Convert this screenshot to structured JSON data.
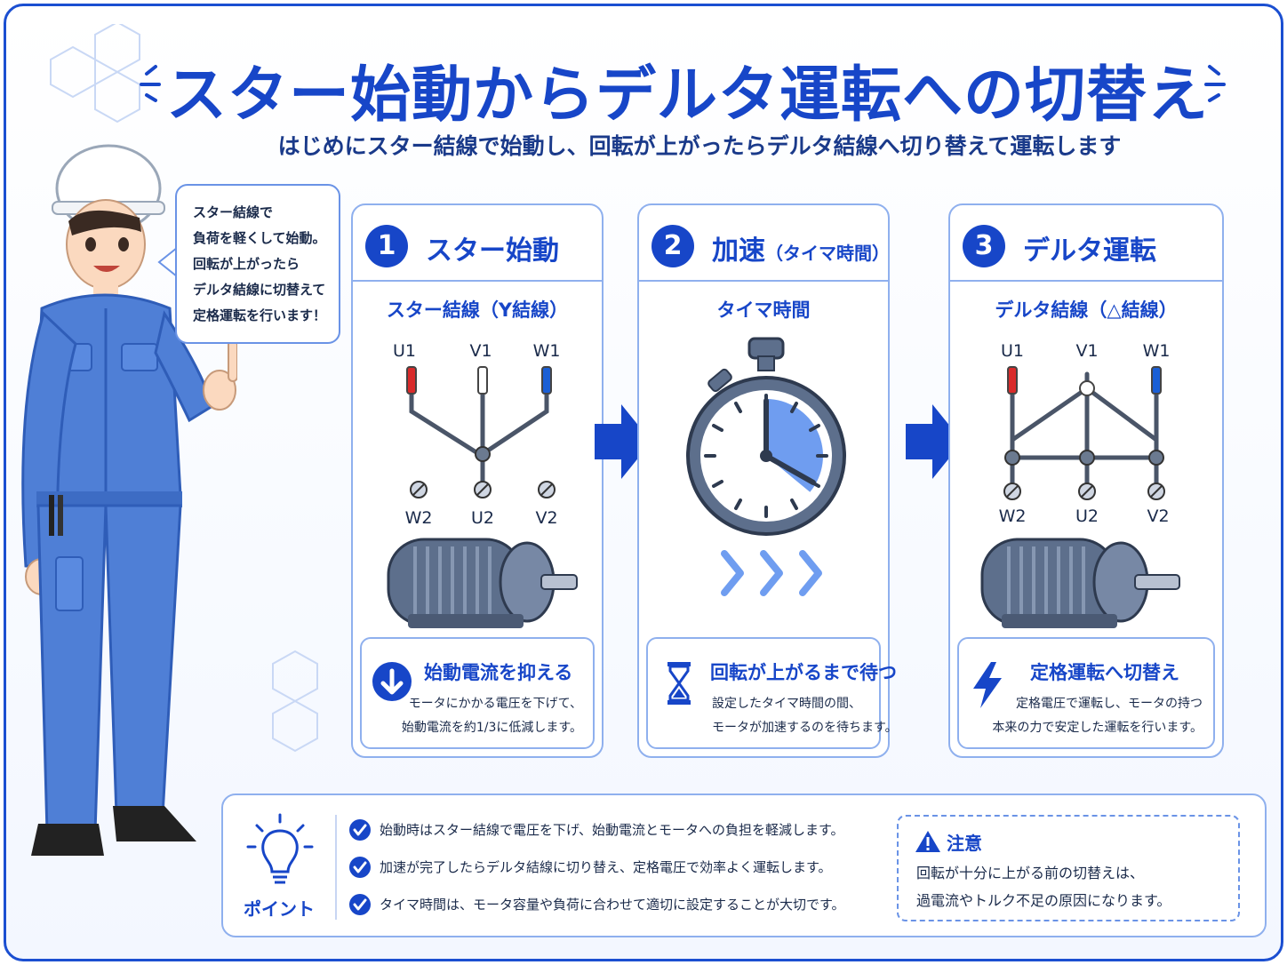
{
  "title": "スター始動からデルタ運転への切替え",
  "subtitle": "はじめにスター結線で始動し、回転が上がったらデルタ結線へ切り替えて運転します",
  "speech_bubble": {
    "lines": [
      "スター結線で",
      "負荷を軽くして始動。",
      "回転が上がったら",
      "デルタ結線に切替えて",
      "定格運転を行います！"
    ]
  },
  "steps": [
    {
      "number": "1",
      "title": "スター始動",
      "title_suffix": "",
      "subtitle": "スター結線（Y結線）",
      "terminals_top": [
        "U1",
        "V1",
        "W1"
      ],
      "terminals_bottom": [
        "W2",
        "U2",
        "V2"
      ],
      "info_title": "始動電流を抑える",
      "info_lines": [
        "モータにかかる電圧を下げて、",
        "始動電流を約1/3に低減します。"
      ],
      "icon": "arrow-down-circle-icon"
    },
    {
      "number": "2",
      "title": "加速",
      "title_suffix": "（タイマ時間）",
      "subtitle": "タイマ時間",
      "info_title": "回転が上がるまで待つ",
      "info_lines": [
        "設定したタイマ時間の間、",
        "モータが加速するのを待ちます。"
      ],
      "icon": "hourglass-icon"
    },
    {
      "number": "3",
      "title": "デルタ運転",
      "title_suffix": "",
      "subtitle": "デルタ結線（△結線）",
      "terminals_top": [
        "U1",
        "V1",
        "W1"
      ],
      "terminals_bottom": [
        "W2",
        "U2",
        "V2"
      ],
      "info_title": "定格運転へ切替え",
      "info_lines": [
        "定格電圧で運転し、モータの持つ",
        "本来の力で安定した運転を行います。"
      ],
      "icon": "lightning-icon"
    }
  ],
  "point": {
    "label": "ポイント",
    "items": [
      "始動時はスター結線で電圧を下げ、始動電流とモータへの負担を軽減します。",
      "加速が完了したらデルタ結線に切り替え、定格電圧で効率よく運転します。",
      "タイマ時間は、モータ容量や負荷に合わせて適切に設定することが大切です。"
    ]
  },
  "caution": {
    "title": "注意",
    "lines": [
      "回転が十分に上がる前の切替えは、",
      "過電流やトルク不足の原因になります。"
    ]
  },
  "colors": {
    "primary": "#1746c8",
    "border": "#8fb0ee",
    "worker_blue": "#4f7fd6",
    "terminal_red": "#d92b2b",
    "terminal_blue": "#1a5fd6",
    "motor": "#5d6f8c",
    "timer_fill": "#6f9df0"
  },
  "timer_elapsed_fraction": 0.36
}
